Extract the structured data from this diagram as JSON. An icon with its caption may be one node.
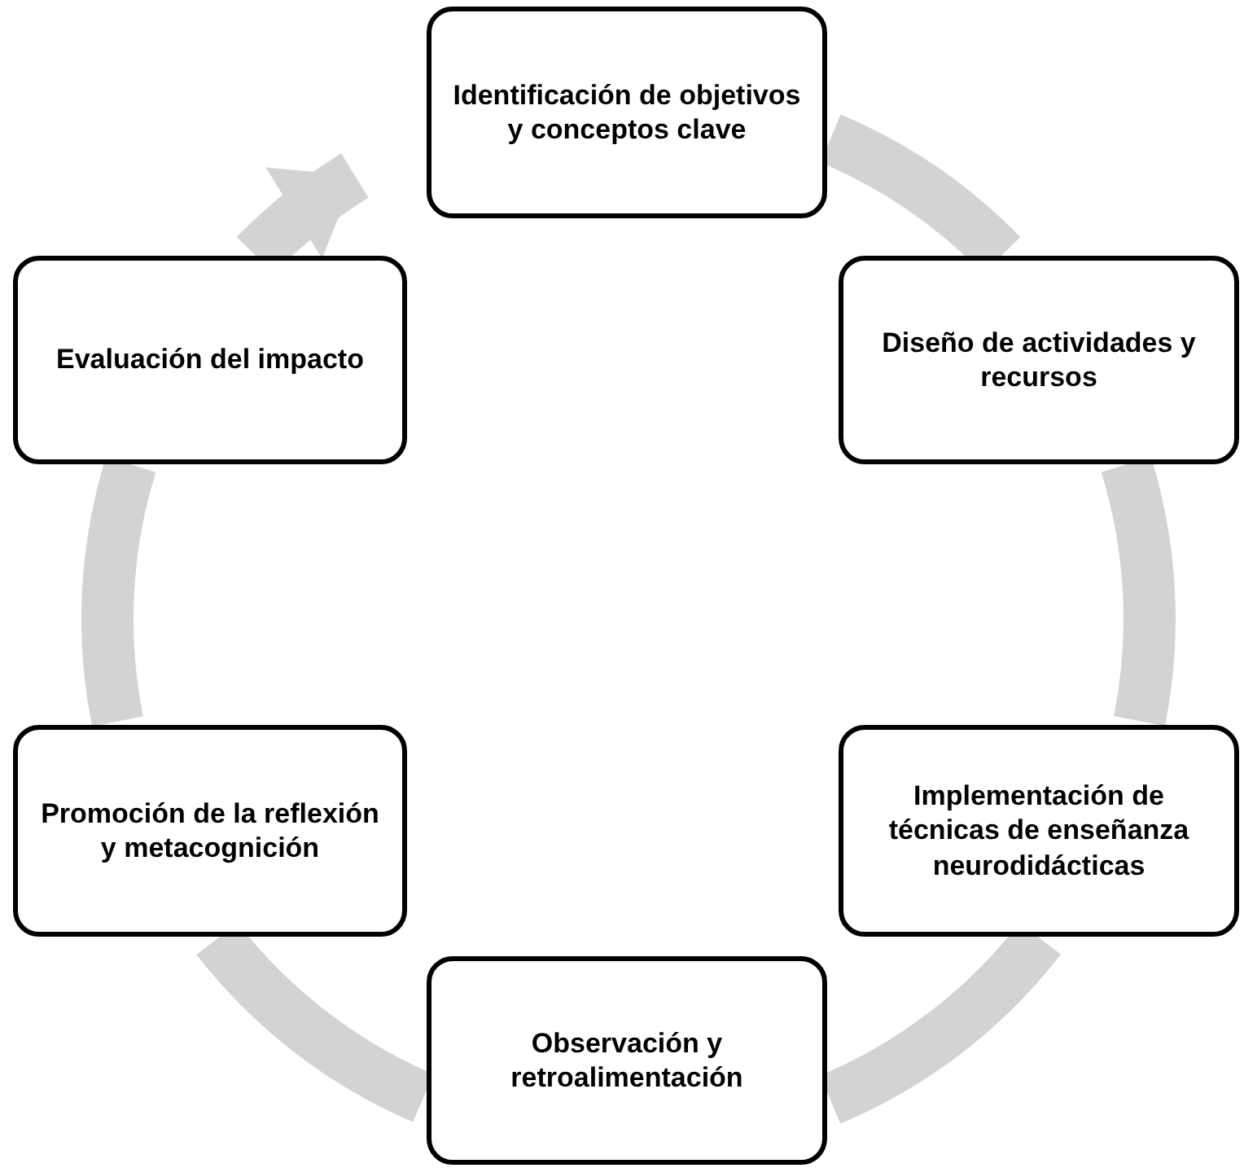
{
  "diagram": {
    "nodes": [
      {
        "text": [
          "Identificación de objetivos y conceptos clave"
        ]
      },
      {
        "text": [
          "Diseño de actividades y recursos"
        ]
      },
      {
        "text": [
          "Implementación de técnicas de enseñanza neurodidácticas"
        ]
      },
      {
        "text": [
          "Observación y retroalimentación"
        ]
      },
      {
        "text": [
          "Promoción de la reflexión y metacognición"
        ]
      },
      {
        "text": [
          "Evaluación del impacto"
        ]
      }
    ],
    "edges": [
      {
        "from": 0,
        "to": 1,
        "arrow": "none"
      },
      {
        "from": 1,
        "to": 2,
        "arrow": "none"
      },
      {
        "from": 2,
        "to": 3,
        "arrow": "none"
      },
      {
        "from": 3,
        "to": 4,
        "arrow": "none"
      },
      {
        "from": 4,
        "to": 5,
        "arrow": "none"
      },
      {
        "from": 5,
        "to": 0,
        "arrow": "to"
      }
    ]
  }
}
